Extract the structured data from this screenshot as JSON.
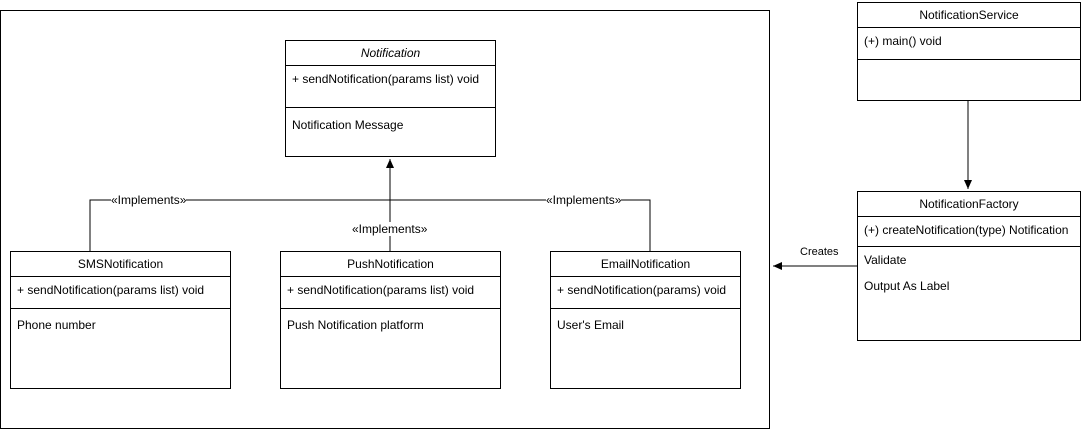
{
  "notification": {
    "title": "Notification",
    "operation": "+ sendNotification(params list) void",
    "attribute": "Notification Message"
  },
  "sms": {
    "title": "SMSNotification",
    "operation": "+ sendNotification(params list) void",
    "attribute": "Phone number"
  },
  "push": {
    "title": "PushNotification",
    "operation": "+ sendNotification(params list) void",
    "attribute": "Push Notification platform"
  },
  "email": {
    "title": "EmailNotification",
    "operation": "+ sendNotification(params) void",
    "attribute": "User's Email"
  },
  "service": {
    "title": "NotificationService",
    "operation": "(+) main() void"
  },
  "factory": {
    "title": "NotificationFactory",
    "operation": "(+) createNotification(type) Notification",
    "attr1": "Validate",
    "attr2": "Output As Label"
  },
  "edges": {
    "implements_sms": "«Implements»",
    "implements_push": "«Implements»",
    "implements_email": "«Implements»",
    "creates": "Creates"
  }
}
